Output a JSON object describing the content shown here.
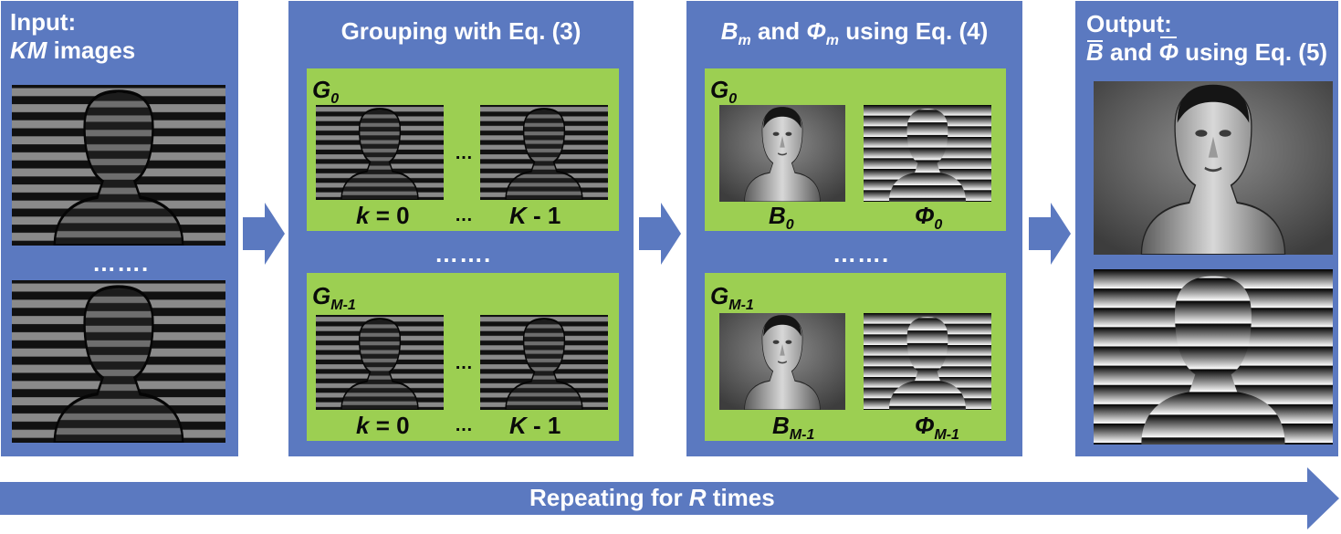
{
  "input": {
    "title_line1": "Input:",
    "title_km": "KM",
    "title_images": " images",
    "ellipsis": "……."
  },
  "grouping": {
    "title": "Grouping with Eq. (3)",
    "g0": "G",
    "g0_sub": "0",
    "gm": "G",
    "gm_sub": "M-1",
    "k0": "k",
    "k0_rest": " = 0",
    "kmax": "K",
    "kmax_rest": " - 1",
    "dots_small": "…",
    "dots_between": "……."
  },
  "bm": {
    "title_b": "B",
    "title_b_sub": "m",
    "title_and": " and ",
    "title_phi": "Φ",
    "title_phi_sub": "m",
    "title_rest": " using Eq. (4)",
    "g0": "G",
    "g0_sub": "0",
    "gm": "G",
    "gm_sub": "M-1",
    "b0": "B",
    "b0_sub": "0",
    "phi0": "Φ",
    "phi0_sub": "0",
    "bm1": "B",
    "bm1_sub": "M-1",
    "phim1": "Φ",
    "phim1_sub": "M-1",
    "dots_between": "……."
  },
  "output": {
    "title_line1": "Output:",
    "b": "B",
    "and": " and ",
    "phi": "Φ",
    "rest": " using Eq. (5)"
  },
  "bottom": {
    "text": "Repeating  for ",
    "r": "R",
    "rest": " times"
  },
  "colors": {
    "panel": "#5b79c0",
    "group": "#9ccf52",
    "arrow": "#5b79c0",
    "text_light": "#ffffff",
    "text_dark": "#0a0a0a"
  }
}
